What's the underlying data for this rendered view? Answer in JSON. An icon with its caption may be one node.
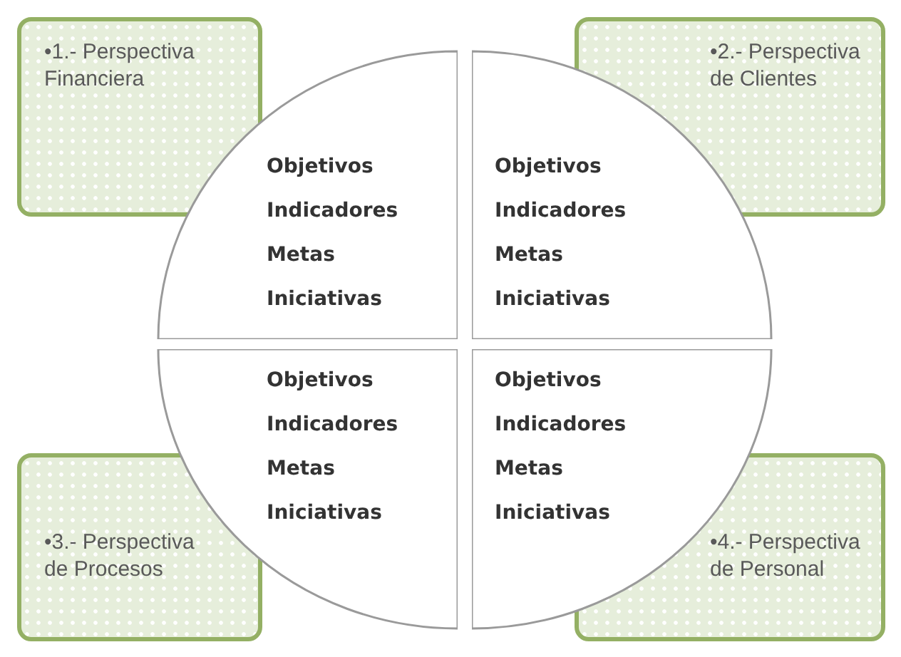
{
  "diagram": {
    "nodes": [
      {
        "text": [
          "•1.- Perspectiva Financiera"
        ]
      },
      {
        "text": [
          "•2.- Perspectiva de Clientes"
        ]
      },
      {
        "text": [
          "•3.- Perspectiva de Procesos"
        ]
      },
      {
        "text": [
          "•4.- Perspectiva de Personal"
        ]
      },
      {
        "text": [
          "Objetivos",
          "Indicadores",
          "Metas",
          "Iniciativas"
        ]
      },
      {
        "text": [
          "Objetivos",
          "Indicadores",
          "Metas",
          "Iniciativas"
        ]
      },
      {
        "text": [
          "Objetivos",
          "Indicadores",
          "Metas",
          "Iniciativas"
        ]
      },
      {
        "text": [
          "Objetivos",
          "Indicadores",
          "Metas",
          "Iniciativas"
        ]
      }
    ],
    "edges": []
  }
}
